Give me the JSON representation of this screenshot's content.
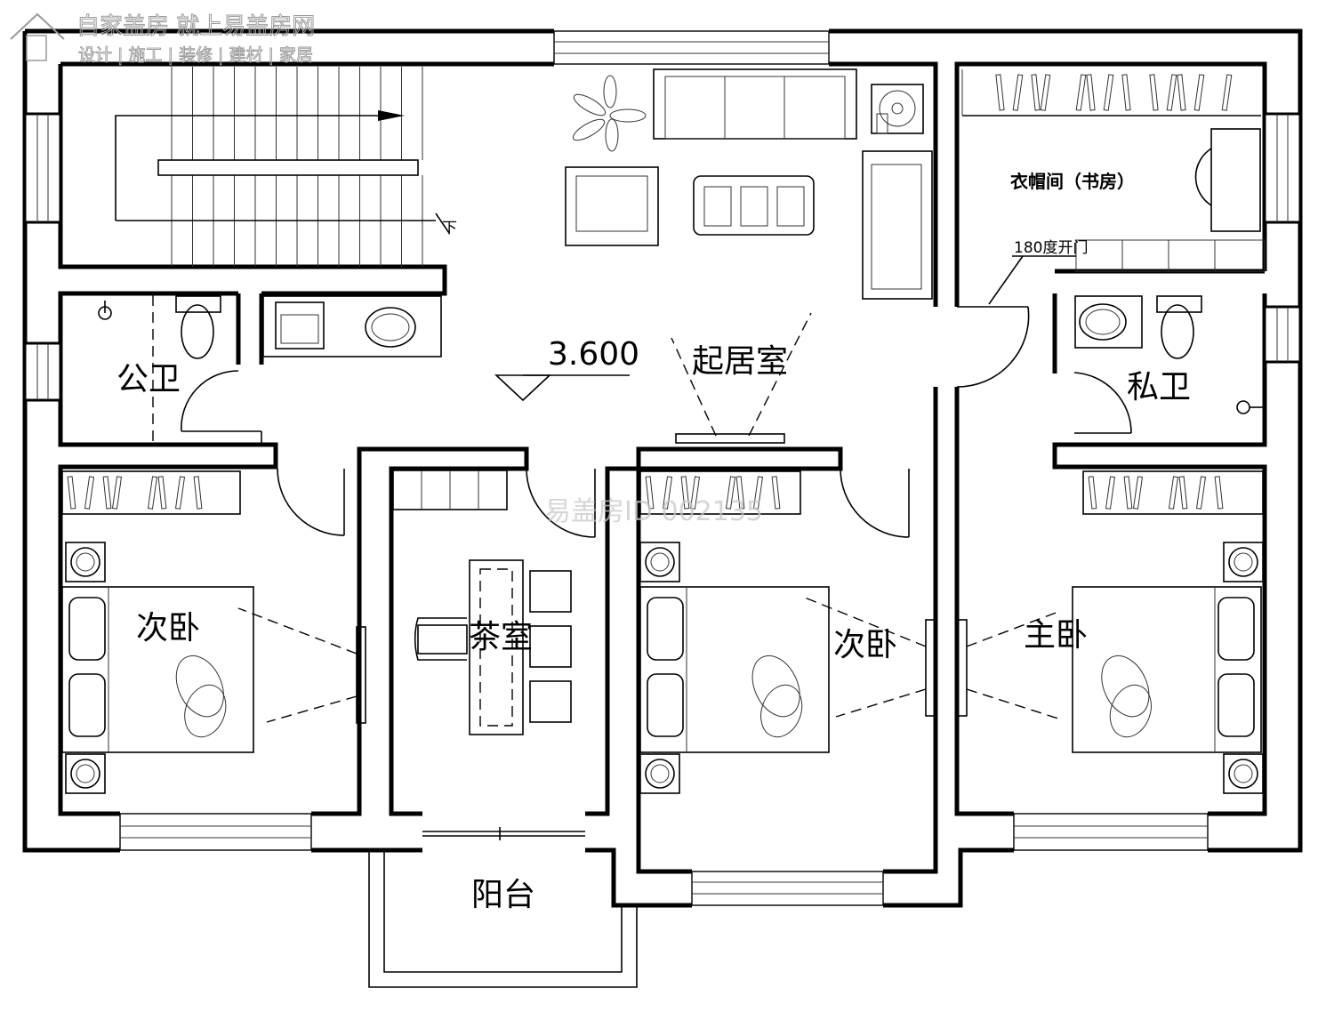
{
  "watermark": {
    "brand_line": "自家盖房 就上易盖房网",
    "service_line": "设计 | 施工 | 装修 | 建材 | 家居",
    "center_mark": "易盖房ID 002135"
  },
  "rooms": {
    "living_room": "起居室",
    "public_bathroom": "公卫",
    "private_bathroom": "私卫",
    "cloakroom_study": "衣帽间（书房）",
    "tea_room": "茶室",
    "balcony": "阳台",
    "secondary_bedroom_left": "次卧",
    "secondary_bedroom_middle": "次卧",
    "master_bedroom": "主卧"
  },
  "annotations": {
    "floor_elevation": "3.600",
    "stair_direction": "下",
    "rotating_door_note": "180度开门"
  }
}
